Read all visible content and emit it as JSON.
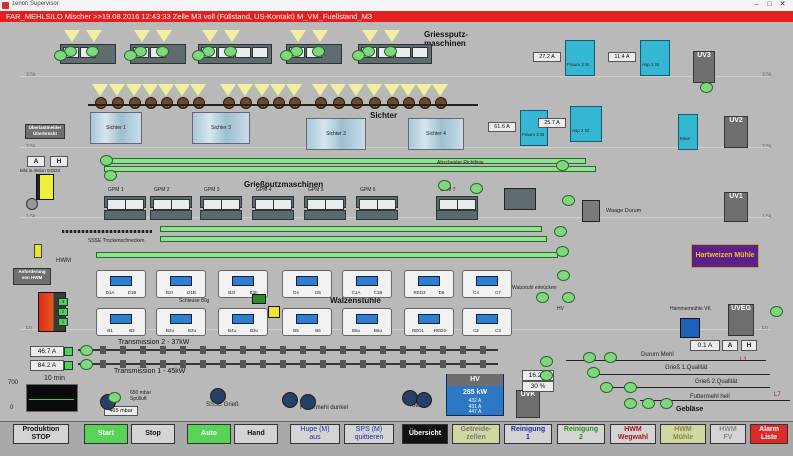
{
  "window": {
    "title": "zenon Supervisor"
  },
  "alarm": {
    "text": "FAR_MEHLSILO Mischer >>19.08.2016 12:43:33  Zelle M3 voll (Füllstand, US-Kontakt) M_VM_Fuellstand_M3"
  },
  "sections": {
    "griessputz": "Griessputz-\nmaschinen",
    "sichter": "Sichter",
    "griessputz2": "Grießputzmaschinen",
    "walzenstuehle": "Walzenstühle",
    "hartweizen": "Hartweizen Mühle",
    "geblaese": "Gebläse"
  },
  "sifters": [
    "Sichter 1",
    "Sichter 3",
    "Sichter 3",
    "Sichter 4"
  ],
  "gpm": [
    "GPM 1",
    "GPM 2",
    "GPM 3",
    "GPM 4",
    "GPM 5",
    "GPM 6",
    "GPM 7"
  ],
  "silos": [
    {
      "amp": "27.2 A",
      "label": "Fraum 3 St"
    },
    {
      "amp": "11.4 A",
      "label": "Asp 2 St"
    },
    {
      "amp": "61.6 A",
      "label": "Fraum 3 St"
    },
    {
      "amp": "25.7 A",
      "label": "Asp 2 St"
    },
    {
      "amp": "",
      "label": "Kleie"
    }
  ],
  "uv": [
    "UV3",
    "UV2",
    "UV1",
    "UVEG",
    "UVK"
  ],
  "rollers_top": [
    [
      "D1A",
      "D1B"
    ],
    [
      "B2I",
      "D1B"
    ],
    [
      "B3I",
      "B3II"
    ],
    [
      "D4",
      "D5"
    ],
    [
      "C1A",
      "C1B"
    ],
    [
      "RED3",
      "D6"
    ],
    [
      "C4",
      "C7"
    ]
  ],
  "rollers_bottom": [
    [
      "B1",
      "B2"
    ],
    [
      "B2u",
      "B2u"
    ],
    [
      "B4u",
      "B3u"
    ],
    [
      "B5",
      "B6"
    ],
    [
      "B5u",
      "B6u"
    ],
    [
      "RED1",
      "RED2"
    ],
    [
      "C2",
      "C3"
    ]
  ],
  "left": {
    "ueberlast_btn": "Überlastmelder Überbrückt",
    "a": "A",
    "h": "H",
    "bin_label": "Bild in Aktion GGDS",
    "hwm": "HWM",
    "anf_btn": "Anforderung von HWM",
    "amp1": "46.7 A",
    "amp2": "84.2 A",
    "trend_time": "10 min",
    "trend_top": "700",
    "trend_bottom": "0",
    "pressure": "465 mbar",
    "spuel": "650 mbar Spülluft"
  },
  "labels": {
    "transmission2": "Transmission 2 - 37kW",
    "transmission1": "Transmission 1 - 45kW",
    "ssse_griess": "SSSE Grieß",
    "futtermehl_dunkel": "Futtermehl dunkel",
    "kleie": "Kleie",
    "ssse_trocken": "SSSE Trockenschnecken",
    "waage": "Waage Durum",
    "walzstuhl_ein": "Walzstuhl einrücken",
    "hv_label": "HV",
    "hammermuehle": "Hammermühle VK",
    "durum_mehl": "Durum Mehl",
    "griess1": "Grieß 1.Qualität",
    "griess2": "Grieß 2.Qualität",
    "futtermehl_hell": "Futtermehl hell",
    "l1": "L1",
    "l7": "L7",
    "abscheider": "Abscheider Richtlinie",
    "schleuse": "Schleuse 80g",
    "amp_right": "0.1 A",
    "a2": "A",
    "h2": "H",
    "amp_mid": "16.2 A",
    "pct_mid": "30 %"
  },
  "hv_box": {
    "title": "HV",
    "kw": "285 kW",
    "lines": [
      "432 A",
      "431 A",
      "447 A"
    ]
  },
  "scale": {
    "s1": "3.5k",
    "s2": "2.5k",
    "s3": "1.5k",
    "s4": "0.5k",
    "s5": "F0"
  },
  "toolbar": {
    "produktion": "Produktion\nSTOP",
    "start": "Start",
    "stop": "Stop",
    "auto": "Auto",
    "hand": "Hand",
    "hupe": "Hupe (M)\naus",
    "sps": "SPS (M)\nquittieren",
    "uebersicht": "Übersicht",
    "getreide": "Getreide-\nzellen",
    "reinigung1": "Reinigung\n1",
    "reinigung2": "Reinigung\n2",
    "hwm_wegwahl": "HWM\nWegwahl",
    "hwm_muehle": "HWM\nMühle",
    "hwm_fv": "HWM\nFV",
    "alarm": "Alarm\nListe"
  },
  "colors": {
    "alarm": "#e41f1f",
    "motor": "#7fd77f",
    "silo": "#35b7d3",
    "hartweizen": "#5a1f8a"
  }
}
